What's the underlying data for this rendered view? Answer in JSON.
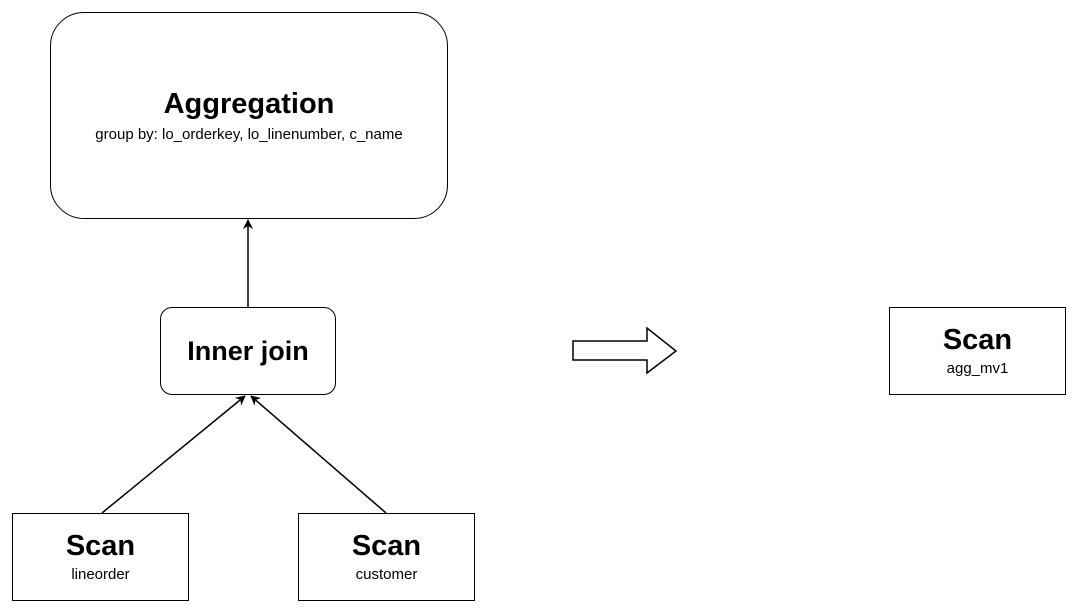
{
  "nodes": {
    "aggregation": {
      "title": "Aggregation",
      "detail": "group by: lo_orderkey, lo_linenumber, c_name"
    },
    "inner_join": {
      "title": "Inner join"
    },
    "scan_lineorder": {
      "title": "Scan",
      "table": "lineorder"
    },
    "scan_customer": {
      "title": "Scan",
      "table": "customer"
    },
    "scan_agg_mv1": {
      "title": "Scan",
      "table": "agg_mv1"
    }
  },
  "edges": [
    {
      "from": "scan_lineorder",
      "to": "inner_join"
    },
    {
      "from": "scan_customer",
      "to": "inner_join"
    },
    {
      "from": "inner_join",
      "to": "aggregation"
    }
  ],
  "transform_arrow": {
    "from": "aggregation_plan",
    "to": "scan_agg_mv1",
    "style": "hollow-block-arrow"
  },
  "colors": {
    "stroke": "#000000",
    "fill": "#ffffff",
    "text": "#000000"
  }
}
